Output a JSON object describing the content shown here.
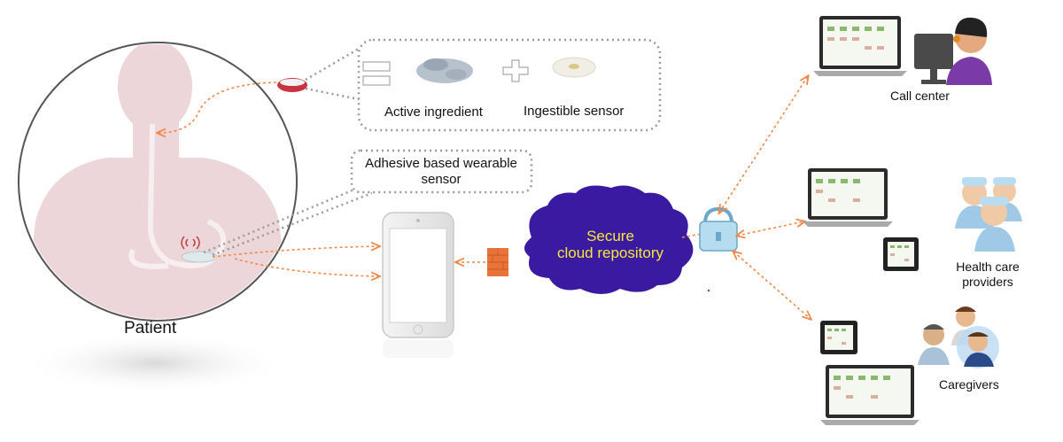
{
  "patient": {
    "label": "Patient"
  },
  "pill_callout": {
    "active_ingredient": "Active ingredient",
    "ingestible_sensor": "Ingestible sensor"
  },
  "wearable_callout": {
    "line1": "Adhesive based wearable",
    "line2": "sensor"
  },
  "cloud": {
    "line1": "Secure",
    "line2": "cloud repository"
  },
  "destinations": {
    "call_center": "Call center",
    "health_care_line1": "Health care",
    "health_care_line2": "providers",
    "caregivers": "Caregivers"
  },
  "colors": {
    "arrow": "#f08a4b",
    "cloud_fill": "#3a1aa0",
    "cloud_text": "#f5e93a",
    "firewall": "#e8743a",
    "callout_border": "#9a9a9a"
  },
  "icons": [
    "pill-icon",
    "ingestible-sensor-icon",
    "phone-icon",
    "firewall-icon",
    "cloud-icon",
    "lock-icon",
    "laptop-icon",
    "tablet-icon",
    "operator-icon",
    "doctors-icon",
    "caregivers-icon",
    "wireless-signal-icon"
  ]
}
